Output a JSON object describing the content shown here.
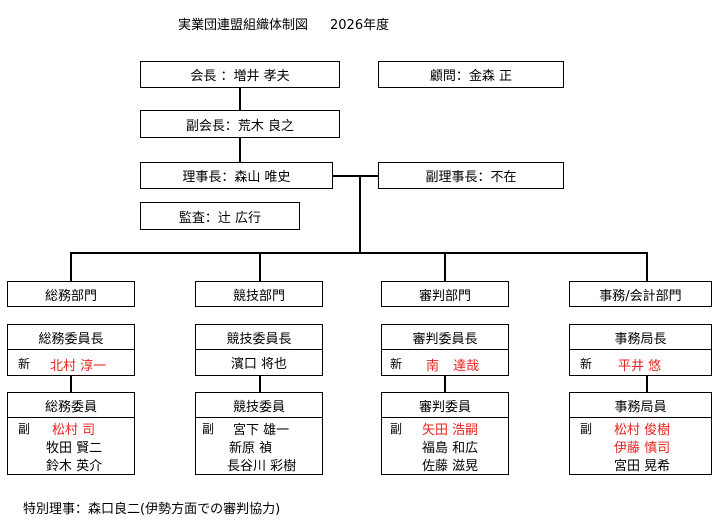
{
  "title": "実業団連盟組織体制図",
  "year": "2026年度",
  "officers": {
    "president": "会長 ：増井 孝夫",
    "advisor": "顧問：金森 正",
    "vice_president": "副会長：荒木 良之",
    "chairman": "理事長：森山 唯史",
    "vice_chairman": "副理事長：不在",
    "auditor": "監査：辻 広行"
  },
  "departments": [
    {
      "name": "総務部門",
      "chief_title": "総務委員長",
      "chief_prefix": "新",
      "chief": "北村 淳一",
      "chief_red": true,
      "members_title": "総務委員",
      "member_prefix": "副",
      "members": [
        {
          "name": "松村 司",
          "red": true
        },
        {
          "name": "牧田 賢二",
          "red": false
        },
        {
          "name": "鈴木 英介",
          "red": false
        }
      ]
    },
    {
      "name": "競技部門",
      "chief_title": "競技委員長",
      "chief_prefix": "",
      "chief": "濱口 将也",
      "chief_red": false,
      "members_title": "競技委員",
      "member_prefix": "副",
      "members": [
        {
          "name": "宮下 雄一",
          "red": false
        },
        {
          "name": "新原 禎",
          "red": false
        },
        {
          "name": "長谷川 彩樹",
          "red": false
        }
      ]
    },
    {
      "name": "審判部門",
      "chief_title": "審判委員長",
      "chief_prefix": "新",
      "chief": "南 達哉",
      "chief_red": true,
      "members_title": "審判委員",
      "member_prefix": "副",
      "members": [
        {
          "name": "矢田 浩嗣",
          "red": true
        },
        {
          "name": "福島 和広",
          "red": false
        },
        {
          "name": "佐藤 滋晃",
          "red": false
        }
      ]
    },
    {
      "name": "事務/会計部門",
      "chief_title": "事務局長",
      "chief_prefix": "新",
      "chief": "平井 悠",
      "chief_red": true,
      "members_title": "事務局員",
      "member_prefix": "副",
      "members": [
        {
          "name": "松村 俊樹",
          "red": true
        },
        {
          "name": "伊藤 慎司",
          "red": true
        },
        {
          "name": "宮田 晃希",
          "red": false
        }
      ]
    }
  ],
  "footer": "特別理事：森口良二(伊勢方面での審判協力)",
  "colors": {
    "highlight": "#e8231c",
    "line": "#000000"
  }
}
